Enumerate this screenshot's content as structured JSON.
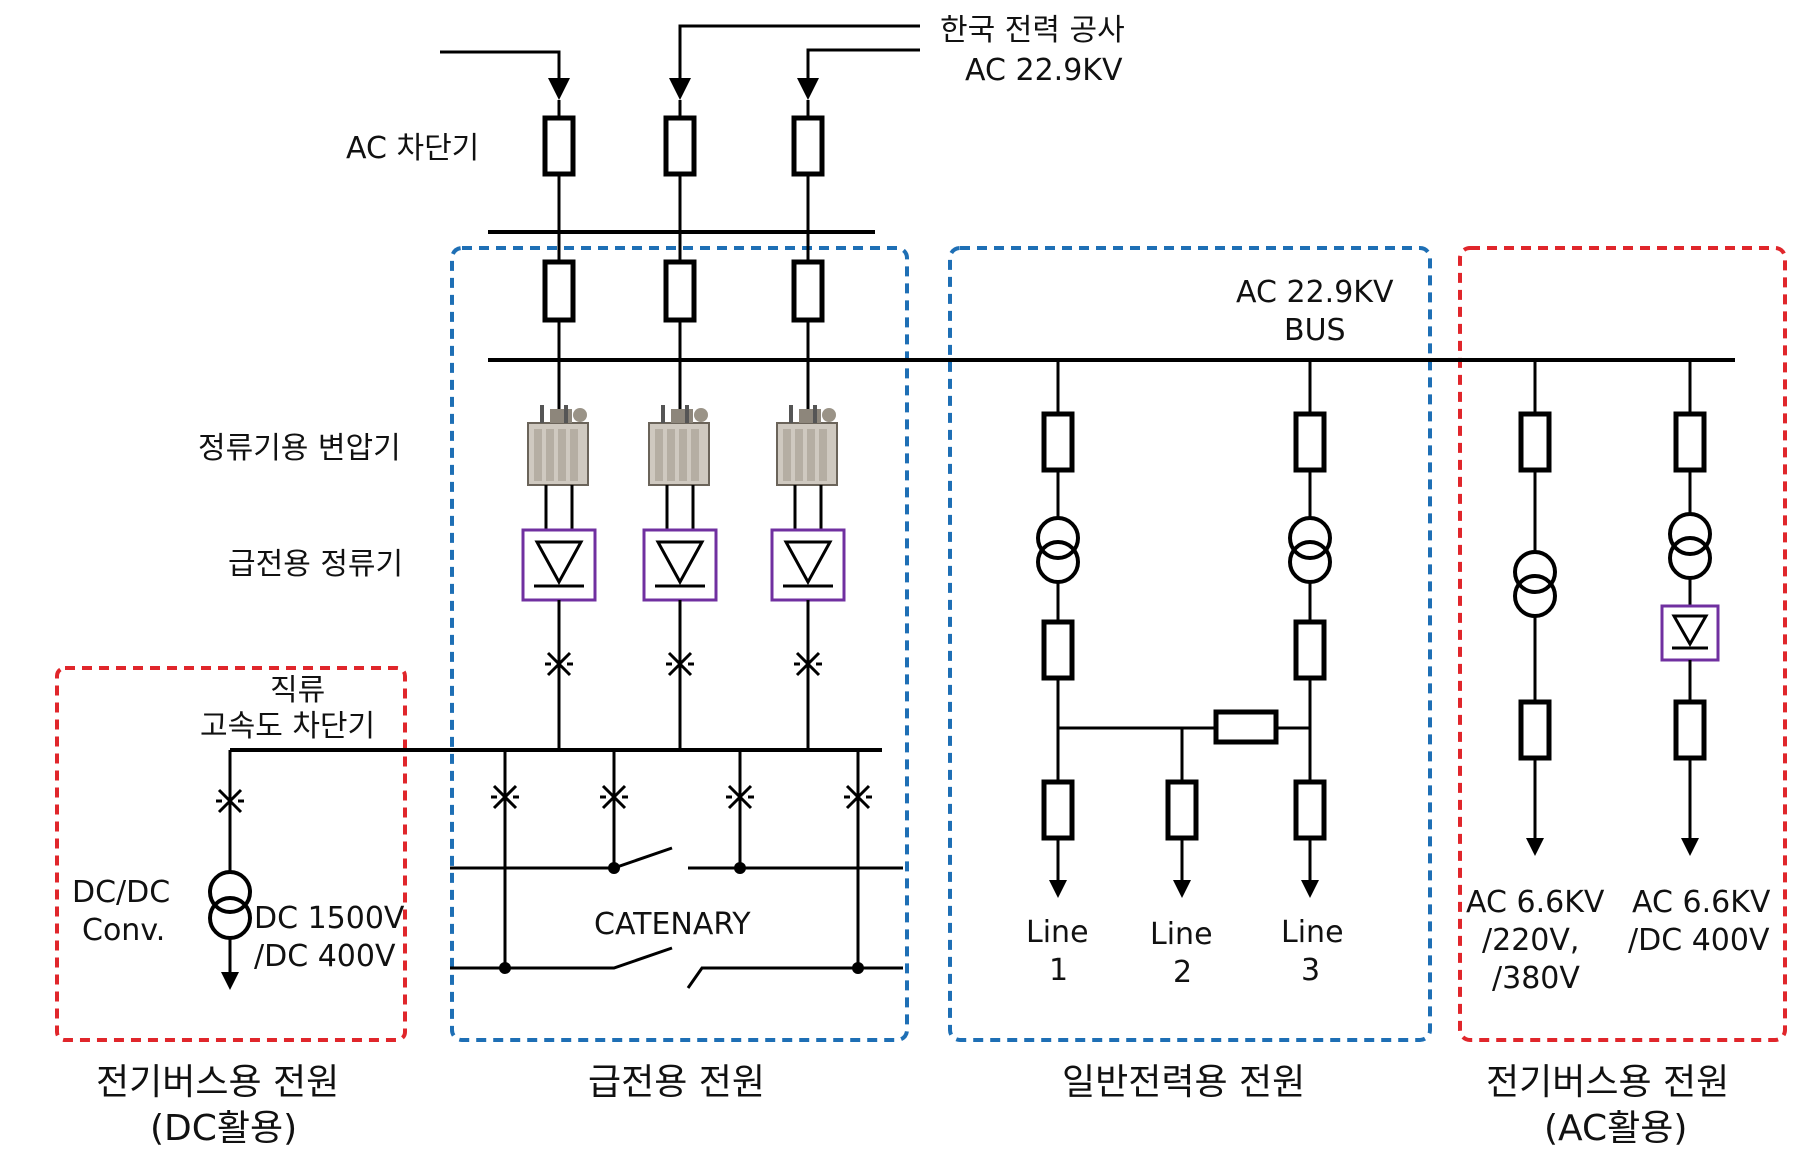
{
  "labels": {
    "kepco": "한국 전력 공사",
    "kepco_voltage": "AC 22.9KV",
    "ac_breaker": "AC 차단기",
    "rectifier_transformer": "정류기용 변압기",
    "feeder_rectifier": "급전용 정류기",
    "dc_hsbreaker_line1": "직류",
    "dc_hsbreaker_line2": "고속도 차단기",
    "catenary": "CATENARY",
    "bus_line1": "AC 22.9KV",
    "bus_line2": "BUS",
    "dcdc_line1": "DC/DC",
    "dcdc_line2": "Conv.",
    "dc_volt_line1": "DC 1500V",
    "dc_volt_line2": "/DC 400V",
    "line1_a": "Line",
    "line1_b": "1",
    "line2_a": "Line",
    "line2_b": "2",
    "line3_a": "Line",
    "line3_b": "3",
    "ac66_a_line1": "AC 6.6KV",
    "ac66_a_line2": "/220V,",
    "ac66_a_line3": "/380V",
    "ac66_b_line1": "AC 6.6KV",
    "ac66_b_line2": "/DC 400V"
  },
  "sections": {
    "ebus_dc_line1": "전기버스용 전원",
    "ebus_dc_line2": "(DC활용)",
    "feeder": "급전용 전원",
    "general": "일반전력용 전원",
    "ebus_ac_line1": "전기버스용 전원",
    "ebus_ac_line2": "(AC활용)"
  },
  "colors": {
    "blue_box": "#1e6fb5",
    "red_box": "#e0262b",
    "rectifier": "#7030a0"
  }
}
